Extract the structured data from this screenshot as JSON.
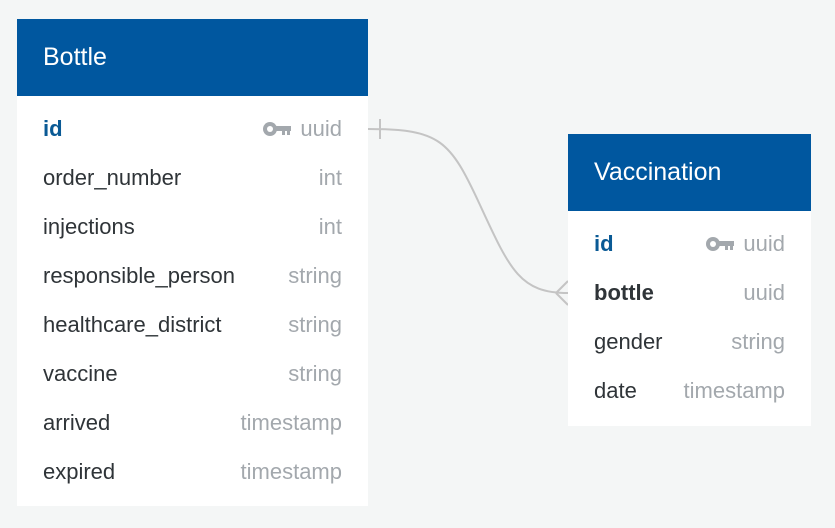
{
  "colors": {
    "header_bg": "#00579f",
    "background": "#f4f6f6",
    "pk_text": "#0a5a95",
    "type_text": "#a3a8ad",
    "connector": "#c4c4c4"
  },
  "tables": {
    "bottle": {
      "title": "Bottle",
      "columns": [
        {
          "name": "id",
          "type": "uuid",
          "key": "primary",
          "icon": "key-icon"
        },
        {
          "name": "order_number",
          "type": "int"
        },
        {
          "name": "injections",
          "type": "int"
        },
        {
          "name": "responsible_person",
          "type": "string"
        },
        {
          "name": "healthcare_district",
          "type": "string"
        },
        {
          "name": "vaccine",
          "type": "string"
        },
        {
          "name": "arrived",
          "type": "timestamp"
        },
        {
          "name": "expired",
          "type": "timestamp"
        }
      ]
    },
    "vaccination": {
      "title": "Vaccination",
      "columns": [
        {
          "name": "id",
          "type": "uuid",
          "key": "primary",
          "icon": "key-icon"
        },
        {
          "name": "bottle",
          "type": "uuid",
          "key": "foreign"
        },
        {
          "name": "gender",
          "type": "string"
        },
        {
          "name": "date",
          "type": "timestamp"
        }
      ]
    }
  },
  "relationships": [
    {
      "from": "Bottle.id",
      "to": "Vaccination.bottle",
      "from_cardinality": "one",
      "to_cardinality": "many"
    }
  ]
}
